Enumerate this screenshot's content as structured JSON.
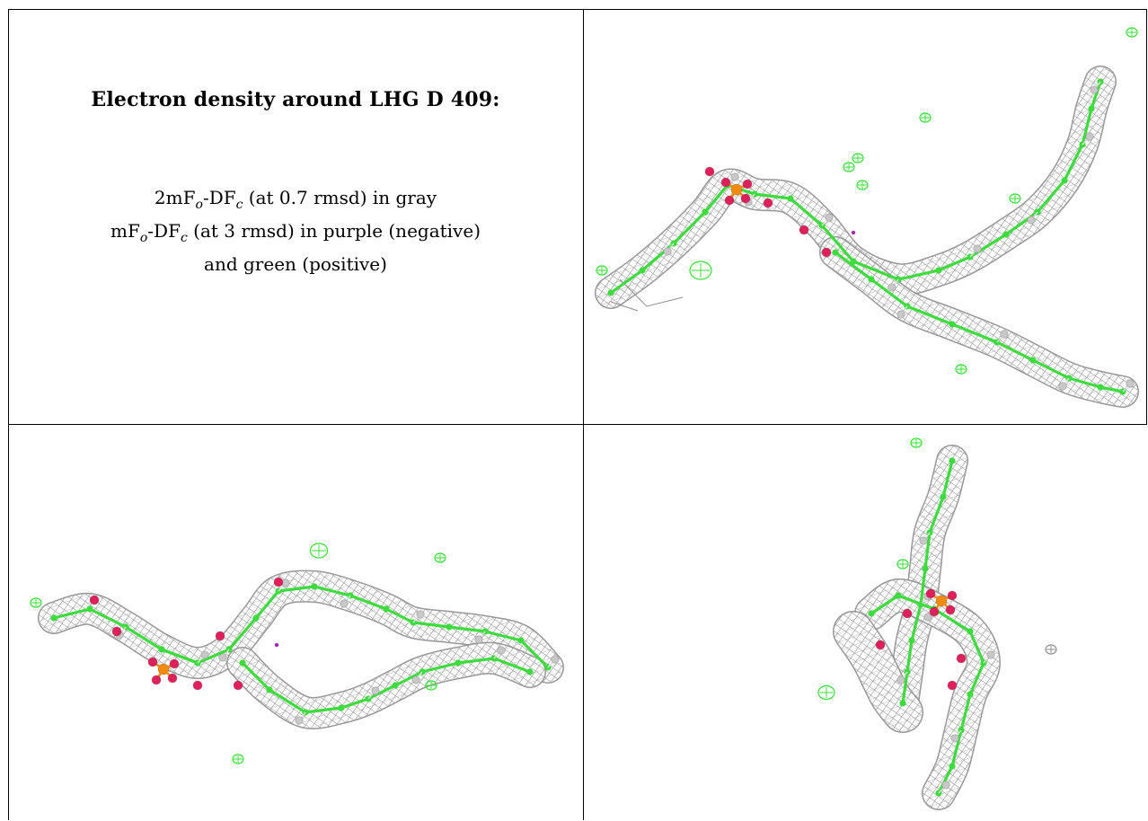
{
  "caption": {
    "title": "Electron density around LHG D 409:",
    "line1": {
      "a": "2mF",
      "sub1": "o",
      "b": "-DF",
      "sub2": "c",
      "c": " (at 0.7 rmsd) in gray"
    },
    "line2": {
      "a": "mF",
      "sub1": "o",
      "b": "-DF",
      "sub2": "c",
      "c": " (at 3 rmsd) in purple (negative)"
    },
    "line3": "and green (positive)"
  },
  "colors": {
    "mesh": "#8c8c8c",
    "carbon": "#3ddc3d",
    "oxygen": "#e0205a",
    "phosphorus": "#f08a10",
    "hydrogen": "#c8c8c8",
    "positive_density": "#30e030",
    "negative_density": "#b020c0"
  },
  "panels": [
    {
      "view": "top-right"
    },
    {
      "view": "bottom-left"
    },
    {
      "view": "bottom-right"
    }
  ]
}
